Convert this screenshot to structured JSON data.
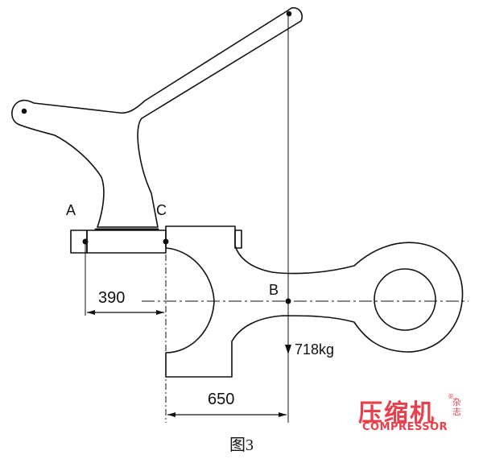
{
  "labels": {
    "point_a": "A",
    "point_b": "B",
    "point_c": "C",
    "dim_390": "390",
    "dim_650": "650",
    "weight": "718kg"
  },
  "caption": "图3",
  "watermark": {
    "brand_cn": "压缩机",
    "brand_side": "杂志",
    "brand_en": "COMPRESSOR",
    "registered": "®",
    "color": "#e8404a"
  },
  "colors": {
    "line": "#111111",
    "background": "#ffffff"
  }
}
